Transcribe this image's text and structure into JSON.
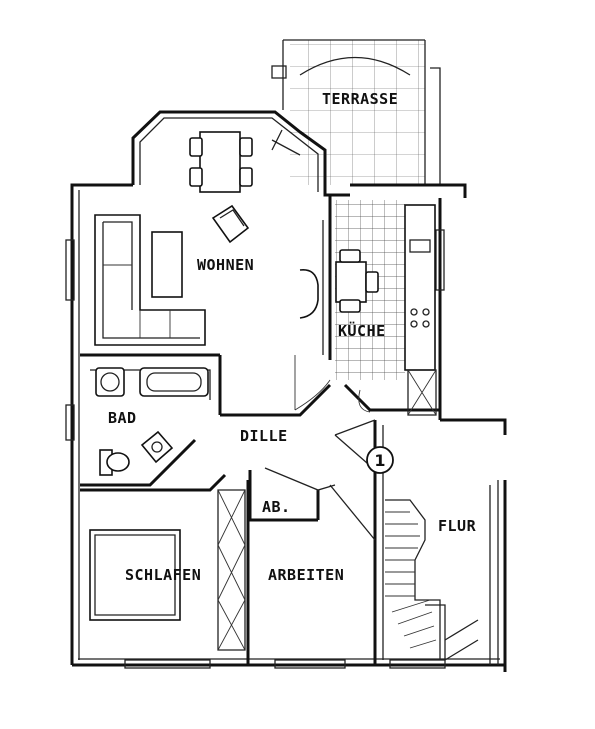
{
  "rooms": {
    "terrasse": "TERRASSE",
    "wohnen": "WOHNEN",
    "kueche": "KÜCHE",
    "bad": "BAD",
    "dille": "DILLE",
    "ab": "AB.",
    "schlafen": "SCHLAFEN",
    "arbeiten": "ARBEITEN",
    "flur": "FLUR"
  },
  "marker": {
    "entrance_number": "1"
  }
}
